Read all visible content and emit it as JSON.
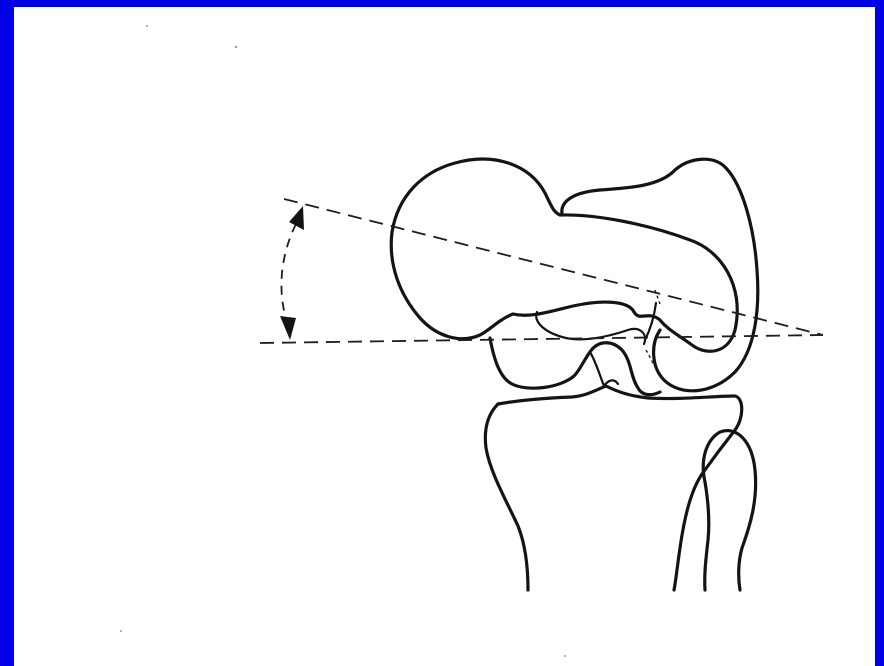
{
  "slide": {
    "border_color": "#0000e6",
    "panel_color": "#ffffff",
    "line_color": "#141414"
  },
  "diagram": {
    "subject": "knee-joint-lateral-line-drawing",
    "parts": [
      "femoral-condyle-outline",
      "patella-outline",
      "tibia-outline",
      "fibula-outline",
      "condylar-axis-dashed-line",
      "tibial-plateau-dashed-line",
      "angle-arc-with-arrowheads"
    ]
  }
}
